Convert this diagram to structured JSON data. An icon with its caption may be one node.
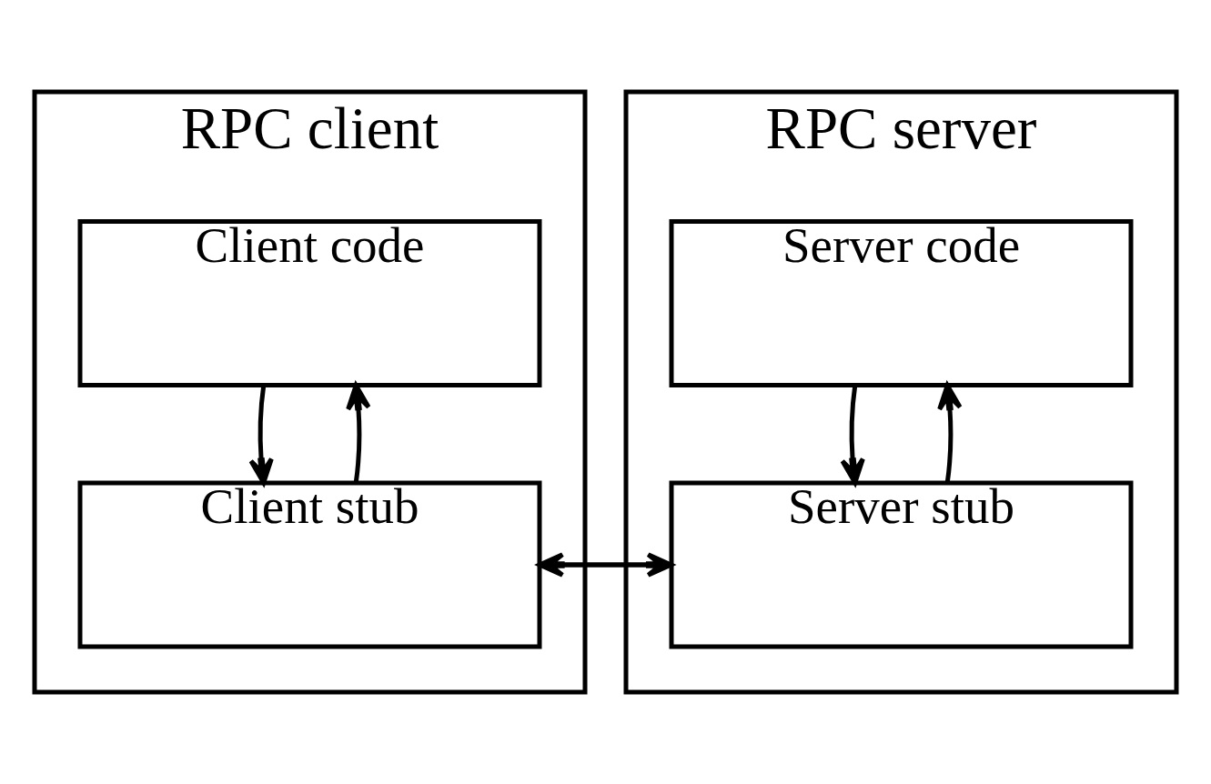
{
  "diagram": {
    "nodes": [
      {
        "text": [
          "RPC client"
        ]
      },
      {
        "text": [
          "Client code"
        ],
        "in": 0
      },
      {
        "text": [
          "Client stub"
        ],
        "in": 0
      },
      {
        "text": [
          "RPC server"
        ]
      },
      {
        "text": [
          "Server code"
        ],
        "in": 3
      },
      {
        "text": [
          "Server stub"
        ],
        "in": 3
      }
    ],
    "edges": [
      {
        "from": 1,
        "to": 2,
        "arrow": "to"
      },
      {
        "from": 2,
        "to": 1,
        "arrow": "to"
      },
      {
        "from": 4,
        "to": 5,
        "arrow": "to"
      },
      {
        "from": 5,
        "to": 4,
        "arrow": "to"
      },
      {
        "from": 5,
        "to": 2,
        "arrow": "to"
      },
      {
        "from": 2,
        "to": 5,
        "arrow": "to"
      }
    ]
  }
}
